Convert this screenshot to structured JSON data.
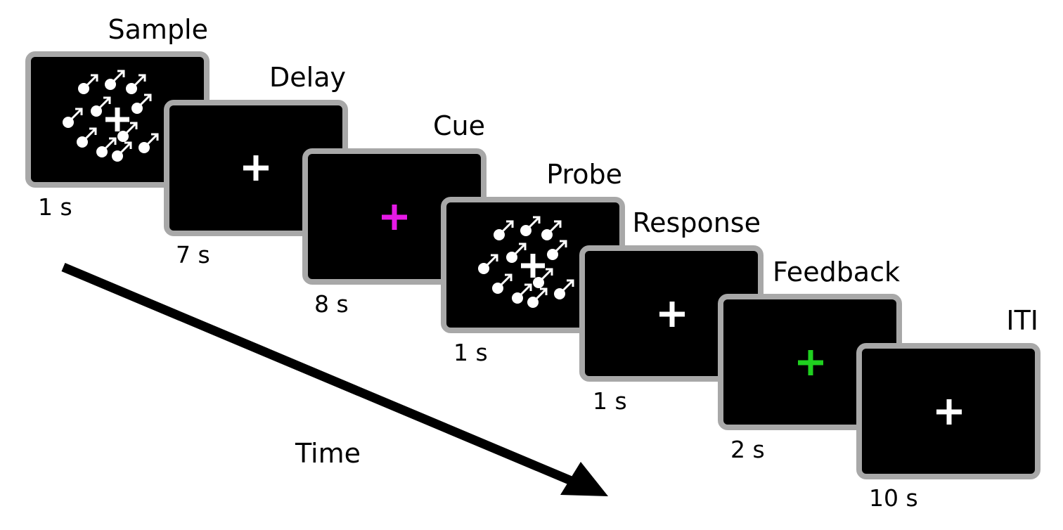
{
  "diagram": {
    "time_label": "Time",
    "stages": [
      {
        "title": "Sample",
        "duration": "1 s",
        "stimulus": "dots",
        "cross_color": "#ffffff"
      },
      {
        "title": "Delay",
        "duration": "7 s",
        "stimulus": "cross",
        "cross_color": "#ffffff"
      },
      {
        "title": "Cue",
        "duration": "8 s",
        "stimulus": "cross",
        "cross_color": "#e619e6"
      },
      {
        "title": "Probe",
        "duration": "1 s",
        "stimulus": "dots",
        "cross_color": "#ffffff"
      },
      {
        "title": "Response",
        "duration": "1 s",
        "stimulus": "cross",
        "cross_color": "#ffffff"
      },
      {
        "title": "Feedback",
        "duration": "2 s",
        "stimulus": "cross",
        "cross_color": "#1fd11f"
      },
      {
        "title": "ITI",
        "duration": "10 s",
        "stimulus": "cross",
        "cross_color": "#ffffff"
      }
    ],
    "colors": {
      "screen": "#000000",
      "frame": "#a8a8a8",
      "stimulus": "#ffffff",
      "arrow": "#000000"
    }
  }
}
